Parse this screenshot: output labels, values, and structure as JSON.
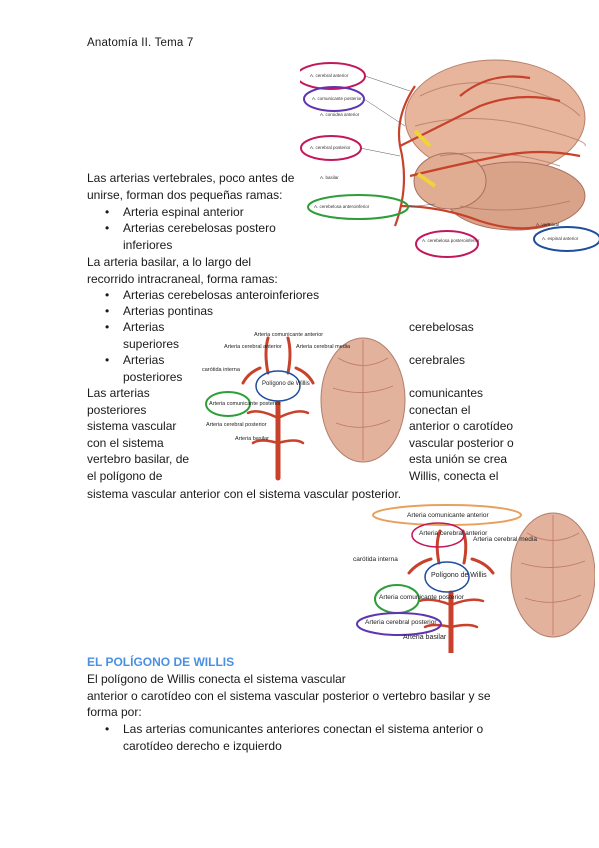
{
  "header": {
    "title": "Anatomía II. Tema 7"
  },
  "figure1": {
    "labels": [
      "A. cerebral anterior",
      "A. comunicante posterior",
      "A. coroidea anterior",
      "A. cerebral posterior",
      "A. basilar",
      "A. cerebelosa anteroinferior",
      "A. vertebral",
      "A. espinal anterior",
      "A. cerebelosa posteroinferior"
    ]
  },
  "figure2": {
    "labels": {
      "acom": "Arteria comunicante anterior",
      "aca": "Arteria cerebral anterior",
      "acm": "Arteria cerebral media",
      "carotid": "carótida interna",
      "circle": "Polígono de Willis",
      "pcom": "Arteria comunicante posterior",
      "pca": "Arteria cerebral posterior",
      "basilar": "Arteria basilar"
    }
  },
  "section1": {
    "para1": [
      "Las arterias vertebrales, poco antes de",
      "unirse, forman dos pequeñas ramas:"
    ],
    "bullets1": [
      {
        "lines": [
          "Arteria espinal anterior"
        ]
      },
      {
        "lines": [
          "Arterias cerebelosas postero",
          "inferiores"
        ]
      }
    ],
    "para2": [
      "La arteria basilar, a lo largo del",
      "recorrido intracraneal, forma ramas:"
    ],
    "bullets2a": [
      "Arterias cerebelosas anteroinferiores",
      "Arterias pontinas"
    ],
    "split_rows": [
      {
        "bullet": true,
        "left": "Arterias",
        "right": "cerebelosas"
      },
      {
        "bullet": false,
        "left": "superiores",
        "right": ""
      },
      {
        "bullet": true,
        "left": "Arterias",
        "right": "cerebrales"
      },
      {
        "bullet": false,
        "left": "posteriores",
        "right": ""
      },
      {
        "bullet": false,
        "left": "Las arterias",
        "right": "comunicantes"
      },
      {
        "bullet": false,
        "left": "posteriores",
        "right": "conectan el"
      },
      {
        "bullet": false,
        "left": "sistema vascular",
        "right": "anterior o carotídeo"
      },
      {
        "bullet": false,
        "left": "con el sistema",
        "right": "vascular posterior o"
      },
      {
        "bullet": false,
        "left": "vertebro basilar, de",
        "right": "esta unión se crea"
      },
      {
        "bullet": false,
        "left": "el polígono de",
        "right": "Willis, conecta el"
      }
    ],
    "final_line": "sistema vascular anterior con el sistema vascular posterior."
  },
  "section2": {
    "heading": "EL POLÍGONO DE WILLIS",
    "lines": [
      "El polígono de Willis conecta el sistema vascular",
      "anterior o carotídeo con el sistema vascular posterior o vertebro basilar y se",
      "forma por:"
    ],
    "bullet": [
      "Las arterias comunicantes anteriores conectan el sistema anterior o",
      "carotídeo derecho e izquierdo"
    ]
  },
  "colors": {
    "artery": "#c8412b",
    "brain": "#d9a38a",
    "red_ring": "#c2185b",
    "purple_ring": "#5e35b1",
    "green_ring": "#2e9e3a",
    "blue_ring": "#1e4e9c",
    "orange_ring": "#e8a15c",
    "heading": "#4a90e2"
  }
}
